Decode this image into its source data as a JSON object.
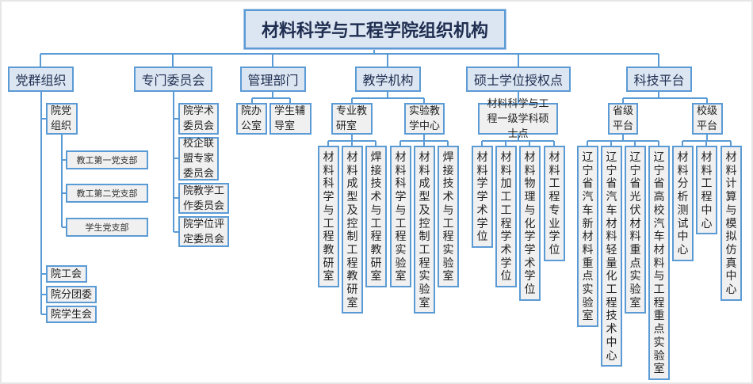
{
  "title": "材料科学与工程学院组织机构",
  "departments": [
    {
      "label": "党群组织",
      "children": [
        {
          "label": "院党组织",
          "children": [
            {
              "label": "教工第一党支部"
            },
            {
              "label": "教工第二党支部"
            },
            {
              "label": "学生党支部"
            }
          ]
        },
        {
          "label": "院工会"
        },
        {
          "label": "院分团委"
        },
        {
          "label": "院学生会"
        }
      ]
    },
    {
      "label": "专门委员会",
      "children": [
        {
          "label": "院学术委员会"
        },
        {
          "label": "校企联盟专家委员会"
        },
        {
          "label": "院教学工作委员会"
        },
        {
          "label": "院学位评定委员会"
        }
      ]
    },
    {
      "label": "管理部门",
      "children": [
        {
          "label": "院办公室"
        },
        {
          "label": "学生辅导室"
        }
      ]
    },
    {
      "label": "教学机构",
      "children": [
        {
          "label": "专业教研室",
          "children": [
            {
              "label": "材料科学与工程教研室"
            },
            {
              "label": "材料成型及控制工程教研室"
            },
            {
              "label": "焊接技术与工程教研室"
            }
          ]
        },
        {
          "label": "实验教学中心",
          "children": [
            {
              "label": "材料科学与工程实验室"
            },
            {
              "label": "材料成型及控制工程实验室"
            },
            {
              "label": "焊接技术与工程实验室"
            }
          ]
        }
      ]
    },
    {
      "label": "硕士学位授权点",
      "children": [
        {
          "label": "材料科学与工程一级学科硕士点",
          "children": [
            {
              "label": "材料学学术学位"
            },
            {
              "label": "材料加工工程学术学位"
            },
            {
              "label": "材料物理与化学学术学位"
            },
            {
              "label": "材料工程专业学位"
            }
          ]
        }
      ]
    },
    {
      "label": "科技平台",
      "children": [
        {
          "label": "省级平台",
          "children": [
            {
              "label": "辽宁省汽车新材料重点实验室"
            },
            {
              "label": "辽宁省汽车材料轻量化工程技术中心"
            },
            {
              "label": "辽宁省光伏材料重点实验室"
            },
            {
              "label": "辽宁省高校汽车材料与工程重点实验室"
            }
          ]
        },
        {
          "label": "校级平台",
          "children": [
            {
              "label": "材料分析测试中心"
            },
            {
              "label": "材料工程中心"
            },
            {
              "label": "材料计算与模拟仿真中心"
            }
          ]
        }
      ]
    }
  ],
  "colors": {
    "line": "#5b9bd5",
    "header_fill": "#dce6f2",
    "node_fill": "#f0f0f0"
  }
}
